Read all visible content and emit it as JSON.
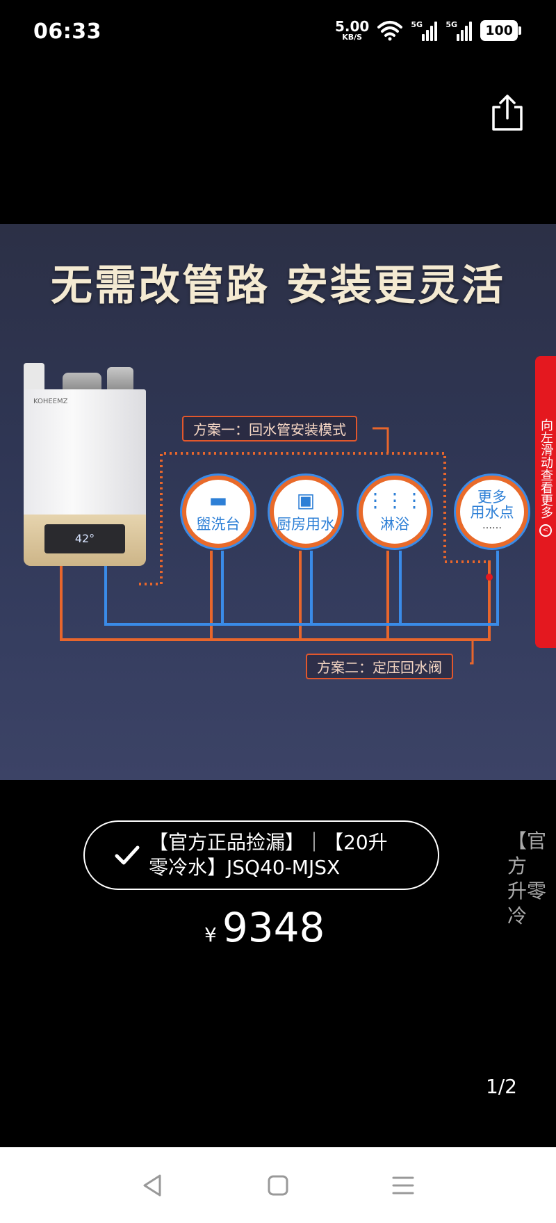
{
  "status_bar": {
    "time": "06:33",
    "netspeed_value": "5.00",
    "netspeed_unit": "KB/S",
    "signal1_label": "5G",
    "signal2_label": "5G",
    "battery": "100"
  },
  "hero": {
    "title": "无需改管路 安装更灵活",
    "heater_display": "42°",
    "heater_brand": "KOHEEMZ",
    "plan1": "方案一：回水管安装模式",
    "plan2": "方案二：定压回水阀",
    "points": [
      {
        "icon": "sink-icon",
        "label": "盥洗台"
      },
      {
        "icon": "kitchen-faucet-icon",
        "label": "厨房用水"
      },
      {
        "icon": "shower-icon",
        "label": "淋浴"
      },
      {
        "icon": "more-icon",
        "label": "更多\n用水点",
        "dots": "……"
      }
    ],
    "side_tab": "向左滑动查看更多",
    "colors": {
      "hot_pipe": "#e8662c",
      "cold_pipe": "#3a8be8",
      "side_tab": "#e4181f"
    }
  },
  "product": {
    "selected_title": "【官方正品捡漏】｜【20升零冷水】JSQ40-MJSX",
    "next_title_peek": "【官方\n升零冷",
    "currency": "¥",
    "price": "9348",
    "page_indicator": "1/2"
  }
}
